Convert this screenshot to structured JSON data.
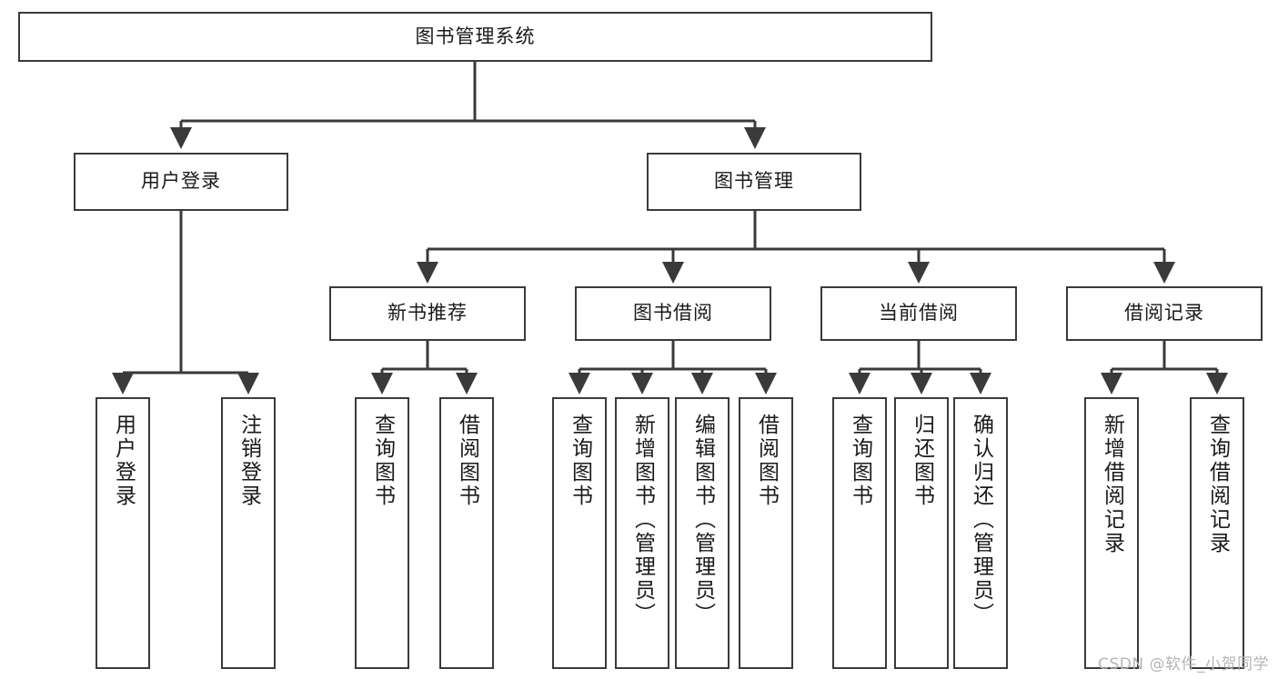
{
  "diagram": {
    "type": "tree-hierarchy-chart",
    "title": "图书管理系统",
    "watermark": "CSDN @软件_小贺同学",
    "colors": {
      "box_border": "#3a3a3a",
      "box_fill": "#ffffff",
      "connector": "#3a3a3a",
      "text": "#1a1a1a",
      "watermark": "#b4b4b4"
    },
    "root": {
      "label": "图书管理系统"
    },
    "level2": [
      {
        "label": "用户登录"
      },
      {
        "label": "图书管理"
      }
    ],
    "user_login_leaves": [
      {
        "label": "用户登录"
      },
      {
        "label": "注销登录"
      }
    ],
    "level3": [
      {
        "label": "新书推荐"
      },
      {
        "label": "图书借阅"
      },
      {
        "label": "当前借阅"
      },
      {
        "label": "借阅记录"
      }
    ],
    "new_book_leaves": [
      {
        "label": "查询图书"
      },
      {
        "label": "借阅图书"
      }
    ],
    "borrow_leaves": [
      {
        "label": "查询图书"
      },
      {
        "label": "新增图书（管理员）"
      },
      {
        "label": "编辑图书（管理员）"
      },
      {
        "label": "借阅图书"
      }
    ],
    "current_borrow_leaves": [
      {
        "label": "查询图书"
      },
      {
        "label": "归还图书"
      },
      {
        "label": "确认归还（管理员）"
      }
    ],
    "record_leaves": [
      {
        "label": "新增借阅记录"
      },
      {
        "label": "查询借阅记录"
      }
    ]
  }
}
